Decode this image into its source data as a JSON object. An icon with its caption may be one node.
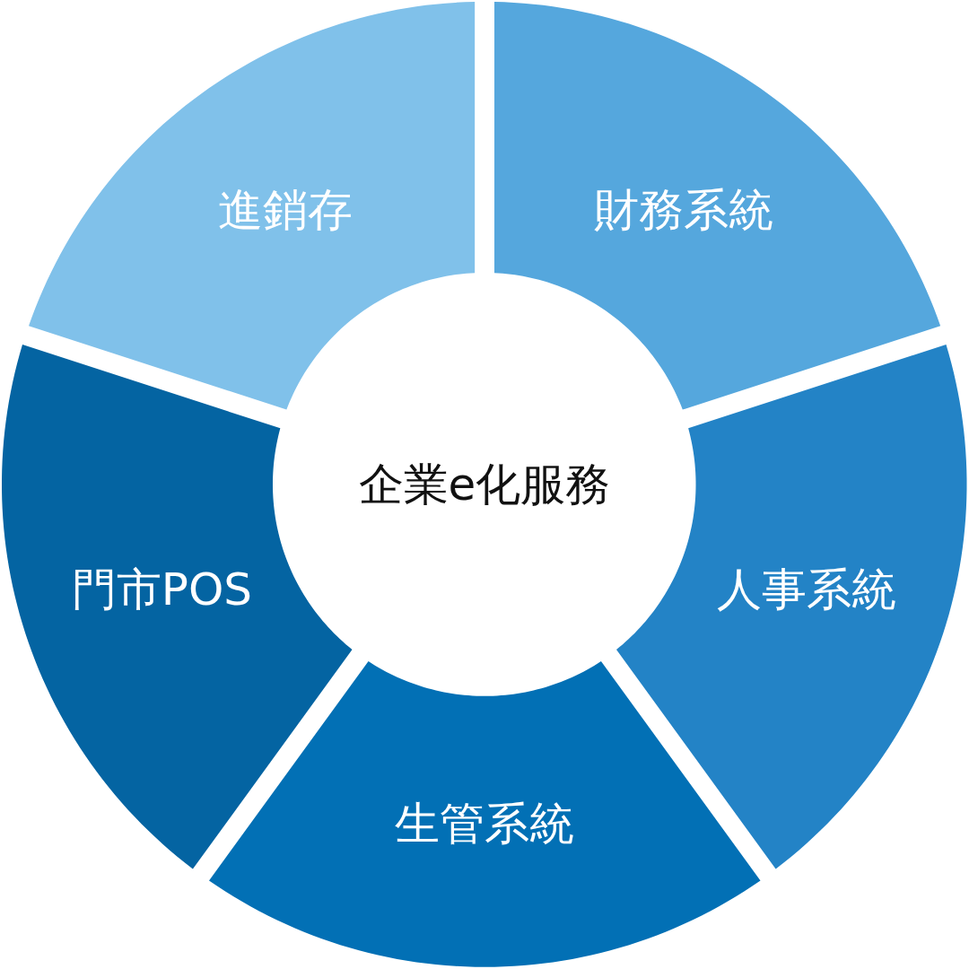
{
  "diagram": {
    "nodes": [
      {
        "text": [
          "企業e化服務"
        ]
      },
      {
        "text": [
          "進銷存"
        ]
      },
      {
        "text": [
          "財務系統"
        ]
      },
      {
        "text": [
          "人事系統"
        ]
      },
      {
        "text": [
          "生管系統"
        ]
      },
      {
        "text": [
          "門市POS"
        ]
      }
    ]
  }
}
